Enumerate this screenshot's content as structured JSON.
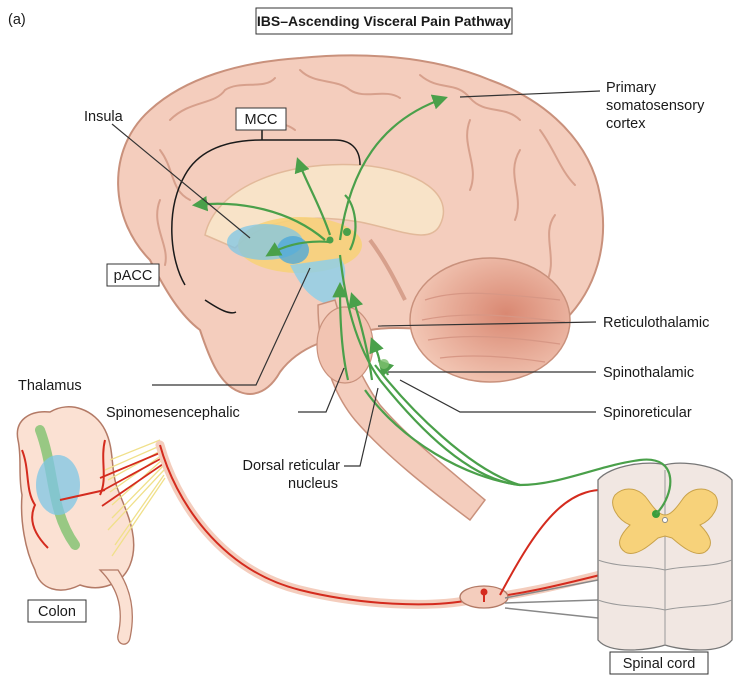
{
  "panel_label": "(a)",
  "title": "IBS–Ascending Visceral Pain Pathway",
  "labels": {
    "insula": "Insula",
    "mcc": "MCC",
    "pacc": "pACC",
    "primary_somatosensory_line1": "Primary",
    "primary_somatosensory_line2": "somatosensory",
    "primary_somatosensory_line3": "cortex",
    "reticulothalamic": "Reticulothalamic",
    "thalamus": "Thalamus",
    "spinothalamic": "Spinothalamic",
    "spinomesencephalic": "Spinomesencephalic",
    "spinoreticular": "Spinoreticular",
    "dorsal_reticular_line1": "Dorsal reticular",
    "dorsal_reticular_line2": "nucleus",
    "colon": "Colon",
    "spinal_cord": "Spinal cord"
  },
  "colors": {
    "pathway_green": "#4aa04a",
    "afferent_red": "#d42b1e",
    "brain_fill": "#f4cdbd",
    "thalamus_fill": "#f7d27a",
    "insula_fill": "#7ec6e6",
    "cerebellum_fill": "#e8a896",
    "line_dark": "#333333"
  }
}
